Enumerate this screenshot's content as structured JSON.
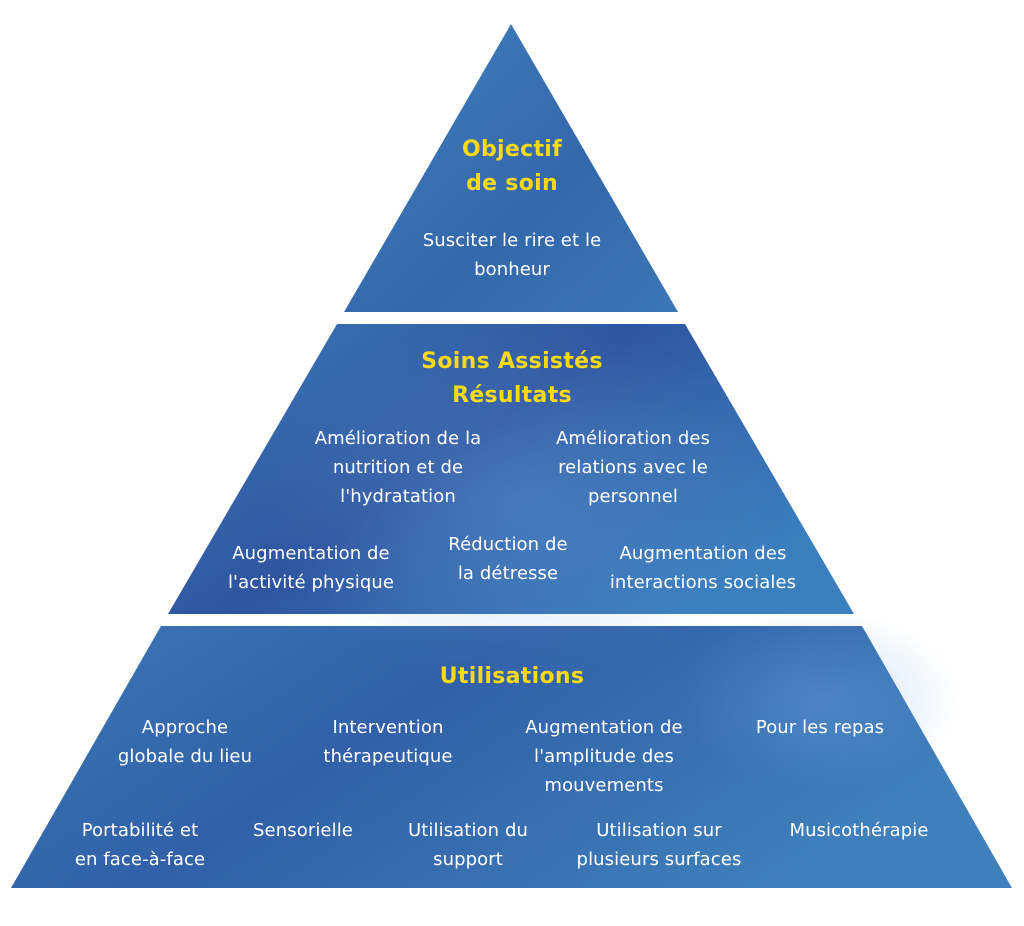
{
  "colors": {
    "title": "#f8d91a",
    "text": "#ffffff",
    "tier_fill_light": "#3d7ab8",
    "tier_fill_dark": "#2d4f9a",
    "separator": "#ffffff"
  },
  "top": {
    "title": "Objectif\nde soin",
    "items": [
      "Susciter le rire et le\nbonheur"
    ]
  },
  "middle": {
    "title": "Soins Assistés\nRésultats",
    "items": [
      "Amélioration de la\nnutrition et de\nl'hydratation",
      "Amélioration des\nrelations avec le\npersonnel",
      "Augmentation de\nl'activité physique",
      "Réduction de\nla détresse",
      "Augmentation des\ninteractions sociales"
    ]
  },
  "bottom": {
    "title": "Utilisations",
    "items": [
      "Approche\nglobale du lieu",
      "Intervention\nthérapeutique",
      "Augmentation de\nl'amplitude des\nmouvements",
      "Pour les repas",
      "Portabilité et\nen face-à-face",
      "Sensorielle",
      "Utilisation du\nsupport",
      "Utilisation sur\nplusieurs surfaces",
      "Musicothérapie"
    ]
  }
}
